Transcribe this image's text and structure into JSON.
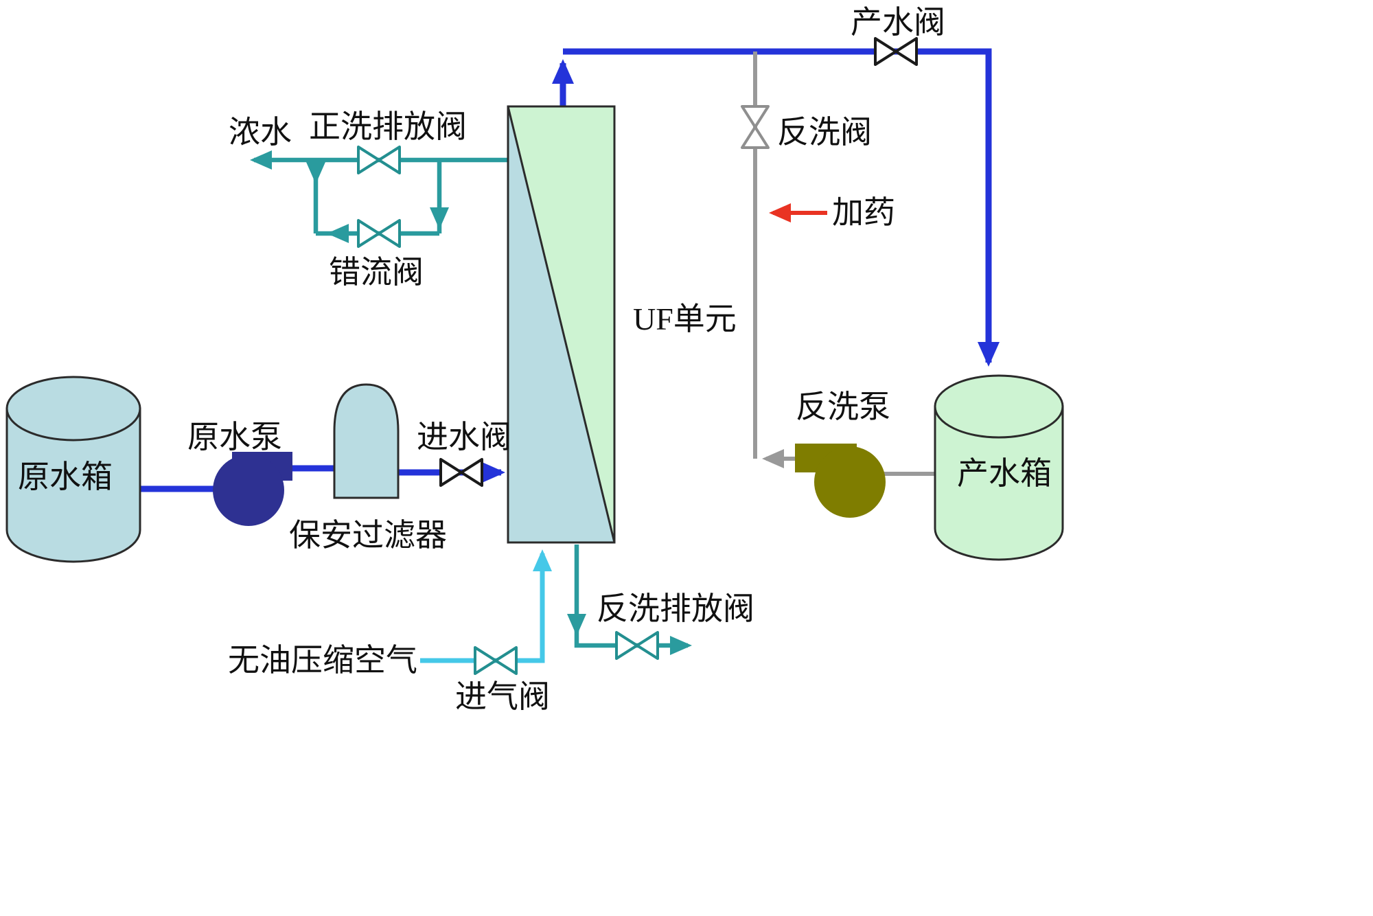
{
  "diagram": {
    "type": "process-flow-diagram",
    "subject": "UF ultrafiltration water treatment system"
  },
  "labels": {
    "product_valve": "产水阀",
    "concentrate": "浓水",
    "forward_wash_drain_valve": "正洗排放阀",
    "crossflow_valve": "错流阀",
    "backwash_valve": "反洗阀",
    "dosing": "加药",
    "uf_unit": "UF单元",
    "raw_water_tank": "原水箱",
    "raw_water_pump": "原水泵",
    "security_filter": "保安过滤器",
    "inlet_valve": "进水阀",
    "backwash_pump": "反洗泵",
    "product_water_tank": "产水箱",
    "backwash_drain_valve": "反洗排放阀",
    "oil_free_compressed_air": "无油压缩空气",
    "air_inlet_valve": "进气阀"
  },
  "colors": {
    "pipe_blue": "#2433d9",
    "pipe_teal": "#2a9b9e",
    "pipe_cyan": "#45c8e8",
    "pipe_gray": "#999999",
    "dosing_red": "#e93323",
    "tank_blue_fill": "#b9dce2",
    "tank_green_fill": "#cdf3d2",
    "uf_upper_fill": "#cdf3d2",
    "uf_lower_fill": "#b9dce2",
    "pump_navy": "#2e3192",
    "pump_olive": "#7f7d00"
  }
}
